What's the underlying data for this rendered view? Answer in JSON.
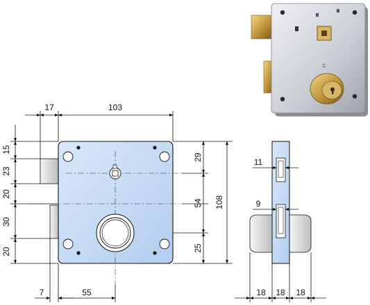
{
  "front_view": {
    "width_dims": [
      "17",
      "103"
    ],
    "height_dims_left": [
      "15",
      "23",
      "20",
      "30",
      "20"
    ],
    "bottom_dims": [
      "7",
      "55"
    ],
    "right_dims": [
      "29",
      "54",
      "25"
    ],
    "overall_height": "108"
  },
  "side_view": {
    "slot_dims": [
      "11",
      "9"
    ],
    "bottom_dims": [
      "18",
      "18",
      "18"
    ]
  },
  "colors": {
    "plate": "#c7ddf6",
    "bolt": "#e2e2e2",
    "brass": "#c49a3c"
  },
  "photo": {
    "keyhole_letter": "C"
  }
}
